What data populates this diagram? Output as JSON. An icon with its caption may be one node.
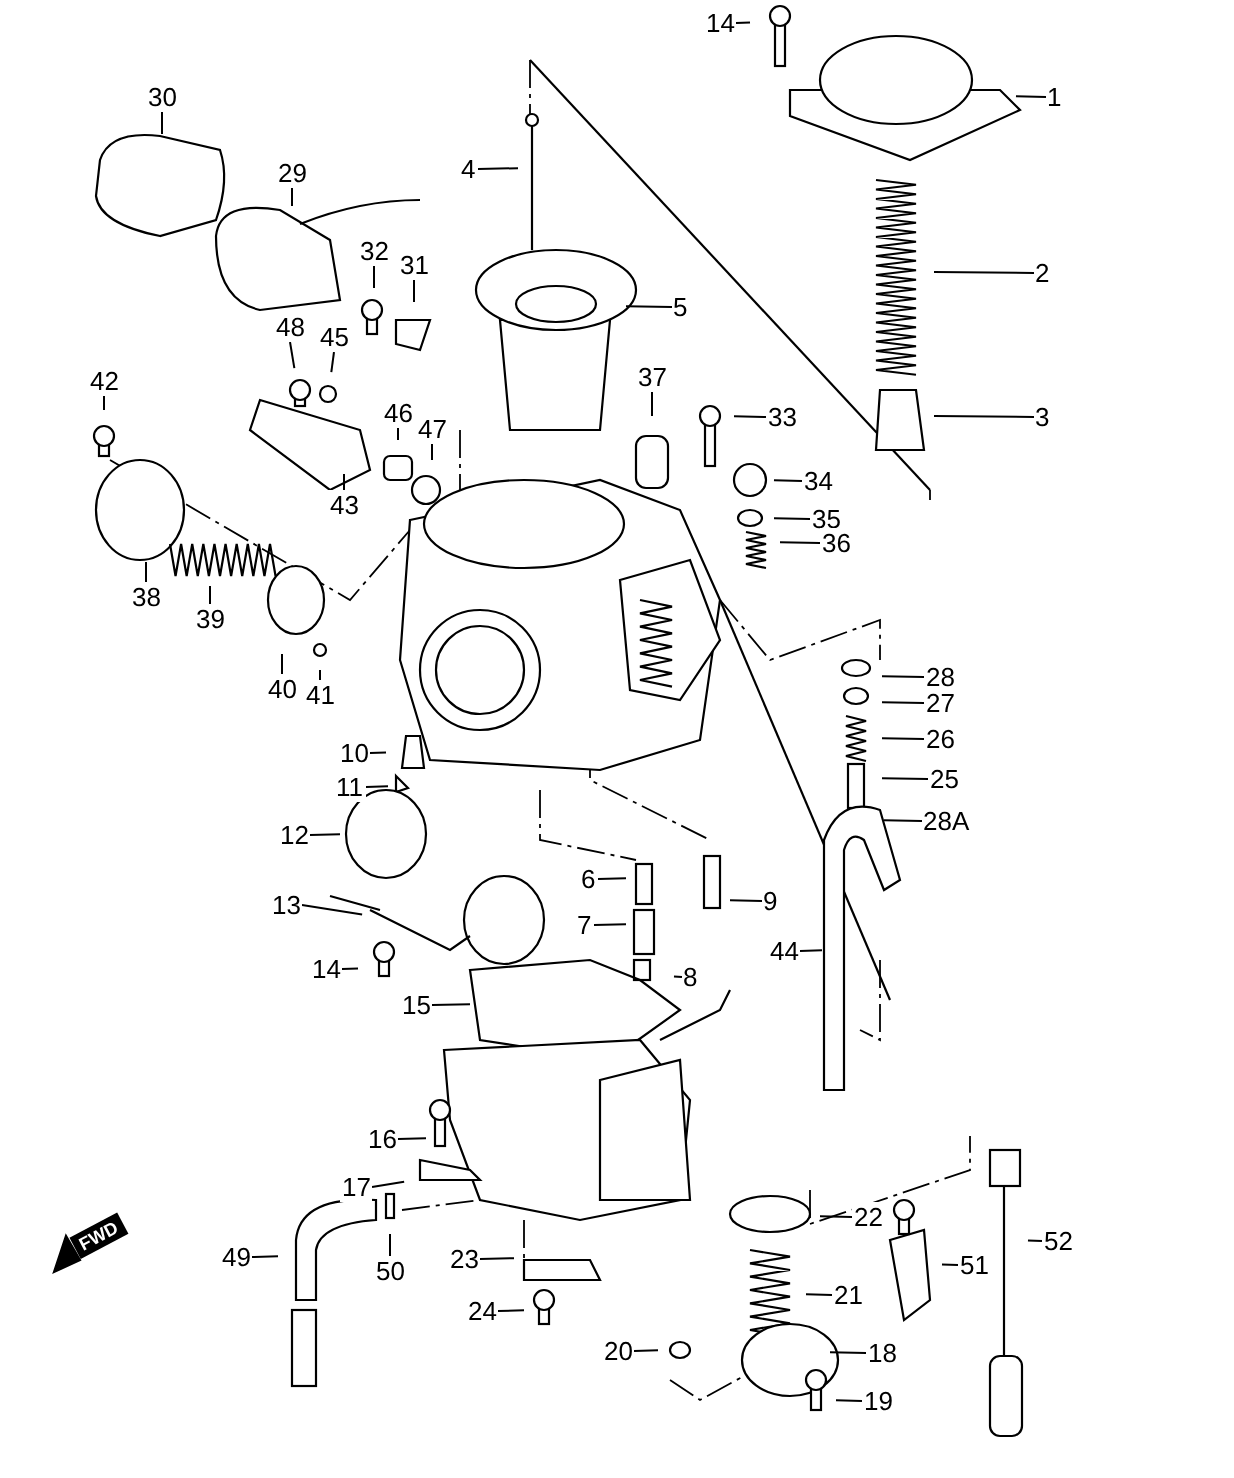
{
  "diagram": {
    "nodes": [
      {
        "text": [
          "14"
        ]
      },
      {
        "text": [
          "1"
        ]
      },
      {
        "text": [
          "30"
        ]
      },
      {
        "text": [
          "4"
        ]
      },
      {
        "text": [
          "29"
        ]
      },
      {
        "text": [
          "2"
        ]
      },
      {
        "text": [
          "32"
        ]
      },
      {
        "text": [
          "31"
        ]
      },
      {
        "text": [
          "5"
        ]
      },
      {
        "text": [
          "48"
        ]
      },
      {
        "text": [
          "45"
        ]
      },
      {
        "text": [
          "42"
        ]
      },
      {
        "text": [
          "37"
        ]
      },
      {
        "text": [
          "46"
        ]
      },
      {
        "text": [
          "47"
        ]
      },
      {
        "text": [
          "3"
        ]
      },
      {
        "text": [
          "33"
        ]
      },
      {
        "text": [
          "34"
        ]
      },
      {
        "text": [
          "43"
        ]
      },
      {
        "text": [
          "35"
        ]
      },
      {
        "text": [
          "36"
        ]
      },
      {
        "text": [
          "38"
        ]
      },
      {
        "text": [
          "39"
        ]
      },
      {
        "text": [
          "28"
        ]
      },
      {
        "text": [
          "40"
        ]
      },
      {
        "text": [
          "41"
        ]
      },
      {
        "text": [
          "27"
        ]
      },
      {
        "text": [
          "26"
        ]
      },
      {
        "text": [
          "10"
        ]
      },
      {
        "text": [
          "25"
        ]
      },
      {
        "text": [
          "11"
        ]
      },
      {
        "text": [
          "28A"
        ]
      },
      {
        "text": [
          "12"
        ]
      },
      {
        "text": [
          "6"
        ]
      },
      {
        "text": [
          "9"
        ]
      },
      {
        "text": [
          "13"
        ]
      },
      {
        "text": [
          "7"
        ]
      },
      {
        "text": [
          "44"
        ]
      },
      {
        "text": [
          "14"
        ]
      },
      {
        "text": [
          "8"
        ]
      },
      {
        "text": [
          "15"
        ]
      },
      {
        "text": [
          "16"
        ]
      },
      {
        "text": [
          "17"
        ]
      },
      {
        "text": [
          "22"
        ]
      },
      {
        "text": [
          "52"
        ]
      },
      {
        "text": [
          "49"
        ]
      },
      {
        "text": [
          "23"
        ]
      },
      {
        "text": [
          "51"
        ]
      },
      {
        "text": [
          "50"
        ]
      },
      {
        "text": [
          "21"
        ]
      },
      {
        "text": [
          "24"
        ]
      },
      {
        "text": [
          "20"
        ]
      },
      {
        "text": [
          "18"
        ]
      },
      {
        "text": [
          "19"
        ]
      }
    ],
    "edges": [
      {
        "from": 0,
        "to": null,
        "arrow": "none"
      },
      {
        "from": 1,
        "to": null,
        "arrow": "none"
      },
      {
        "from": 2,
        "to": null,
        "arrow": "none"
      },
      {
        "from": 3,
        "to": null,
        "arrow": "none"
      },
      {
        "from": 4,
        "to": null,
        "arrow": "none"
      },
      {
        "from": 5,
        "to": null,
        "arrow": "none"
      },
      {
        "from": 6,
        "to": null,
        "arrow": "none"
      },
      {
        "from": 7,
        "to": null,
        "arrow": "none"
      },
      {
        "from": 8,
        "to": null,
        "arrow": "none"
      },
      {
        "from": 9,
        "to": null,
        "arrow": "none"
      },
      {
        "from": 10,
        "to": null,
        "arrow": "none"
      },
      {
        "from": 11,
        "to": null,
        "arrow": "none"
      },
      {
        "from": 12,
        "to": null,
        "arrow": "none"
      },
      {
        "from": 13,
        "to": null,
        "arrow": "none"
      },
      {
        "from": 14,
        "to": null,
        "arrow": "none"
      },
      {
        "from": 15,
        "to": null,
        "arrow": "none"
      },
      {
        "from": 16,
        "to": null,
        "arrow": "none"
      },
      {
        "from": 17,
        "to": null,
        "arrow": "none"
      },
      {
        "from": 18,
        "to": null,
        "arrow": "none"
      },
      {
        "from": 19,
        "to": null,
        "arrow": "none"
      },
      {
        "from": 20,
        "to": null,
        "arrow": "none"
      },
      {
        "from": 21,
        "to": null,
        "arrow": "none"
      },
      {
        "from": 22,
        "to": null,
        "arrow": "none"
      },
      {
        "from": 23,
        "to": null,
        "arrow": "none"
      },
      {
        "from": 24,
        "to": null,
        "arrow": "none"
      },
      {
        "from": 25,
        "to": null,
        "arrow": "none"
      },
      {
        "from": 26,
        "to": null,
        "arrow": "none"
      },
      {
        "from": 27,
        "to": null,
        "arrow": "none"
      },
      {
        "from": 28,
        "to": null,
        "arrow": "none"
      },
      {
        "from": 29,
        "to": null,
        "arrow": "none"
      },
      {
        "from": 30,
        "to": null,
        "arrow": "none"
      },
      {
        "from": 31,
        "to": null,
        "arrow": "none"
      },
      {
        "from": 32,
        "to": null,
        "arrow": "none"
      },
      {
        "from": 33,
        "to": null,
        "arrow": "none"
      },
      {
        "from": 34,
        "to": null,
        "arrow": "none"
      },
      {
        "from": 35,
        "to": null,
        "arrow": "none"
      },
      {
        "from": 36,
        "to": null,
        "arrow": "none"
      },
      {
        "from": 37,
        "to": null,
        "arrow": "none"
      },
      {
        "from": 38,
        "to": null,
        "arrow": "none"
      },
      {
        "from": 39,
        "to": null,
        "arrow": "none"
      },
      {
        "from": 40,
        "to": null,
        "arrow": "none"
      },
      {
        "from": 41,
        "to": null,
        "arrow": "none"
      },
      {
        "from": 42,
        "to": null,
        "arrow": "none"
      },
      {
        "from": 43,
        "to": null,
        "arrow": "none"
      },
      {
        "from": 44,
        "to": null,
        "arrow": "none"
      },
      {
        "from": 45,
        "to": null,
        "arrow": "none"
      },
      {
        "from": 46,
        "to": null,
        "arrow": "none"
      },
      {
        "from": 47,
        "to": null,
        "arrow": "none"
      },
      {
        "from": 48,
        "to": null,
        "arrow": "none"
      },
      {
        "from": 49,
        "to": null,
        "arrow": "none"
      },
      {
        "from": 50,
        "to": null,
        "arrow": "none"
      },
      {
        "from": 51,
        "to": null,
        "arrow": "none"
      },
      {
        "from": 52,
        "to": null,
        "arrow": "none"
      },
      {
        "from": 53,
        "to": null,
        "arrow": "none"
      }
    ],
    "labels": [
      "FWD"
    ]
  }
}
